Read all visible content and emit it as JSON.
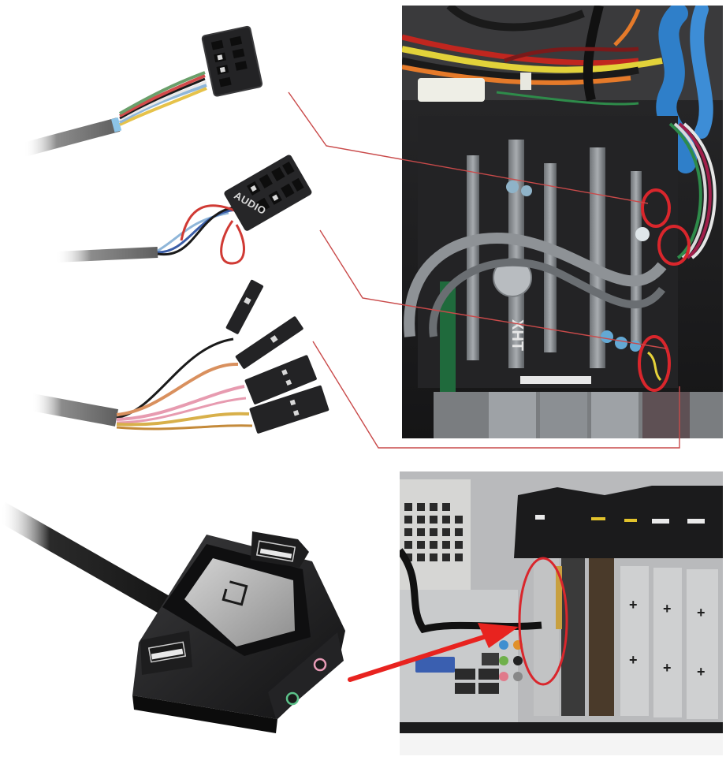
{
  "image": {
    "kind": "product-photo-composite",
    "subject": "Desktop PC power/reset switch puck with dual USB and audio jacks, plus motherboard header cables",
    "background": "#ffffff"
  },
  "cables": {
    "usb_header": {
      "label": "",
      "wire_colors": [
        "#6a9f6a",
        "#d24a4a",
        "#1a1a1a",
        "#e8e8e8",
        "#8fb6d9",
        "#e6c24a"
      ]
    },
    "audio_header": {
      "label": "AUDIO",
      "wire_colors": [
        "#d03a34",
        "#3b5ea8",
        "#8fb6d9",
        "#1a1a1a"
      ]
    },
    "front_panel": {
      "label": "",
      "wire_colors": [
        "#1a1a1a",
        "#d9905e",
        "#e79bb0",
        "#d8b04a",
        "#c48a3a"
      ]
    }
  },
  "switch_puck": {
    "button_icon": "power-icon",
    "ports": [
      "usb-a-port",
      "usb-a-port",
      "audio-jack-mic",
      "audio-jack-headphone"
    ],
    "jack_colors": {
      "mic": "#e89bb6",
      "headphone": "#5cc28a"
    }
  },
  "photos": {
    "motherboard": {
      "silkscreen": "XHT",
      "highlight_circles": 3,
      "highlight_color": "#d9262c"
    },
    "case_rear": {
      "highlight_circles": 1,
      "arrow_color": "#e8231f"
    }
  },
  "callouts": {
    "line_color": "#c94a4a",
    "count": 3
  }
}
